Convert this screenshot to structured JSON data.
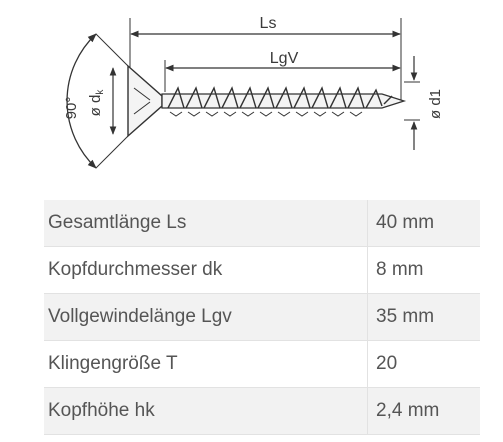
{
  "diagram": {
    "dim_total": "Ls",
    "dim_thread": "LgV",
    "angle": "90°",
    "head_diameter": "ø d",
    "head_diameter_sub": "k",
    "shank_diameter": "ø d1"
  },
  "specs": [
    {
      "label": "Gesamtlänge Ls",
      "value": "40 mm"
    },
    {
      "label": "Kopfdurchmesser dk",
      "value": "8 mm"
    },
    {
      "label": "Vollgewindelänge Lgv",
      "value": "35 mm"
    },
    {
      "label": "Klingengröße T",
      "value": "20"
    },
    {
      "label": "Kopfhöhe hk",
      "value": "2,4 mm"
    }
  ]
}
